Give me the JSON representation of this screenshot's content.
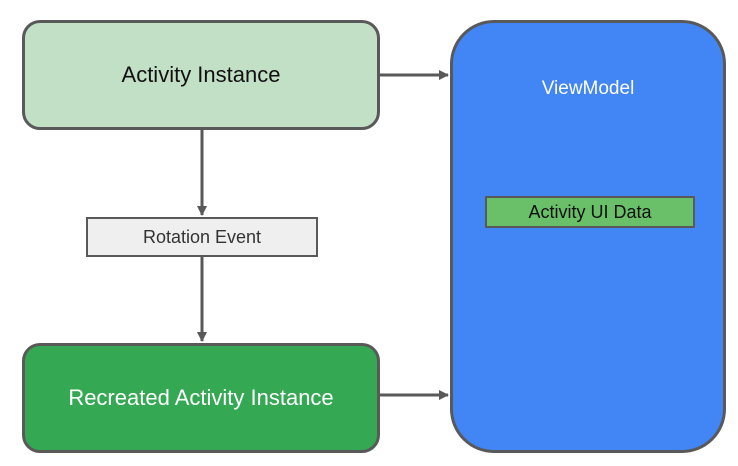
{
  "nodes": {
    "activity_instance": "Activity Instance",
    "rotation_event": "Rotation Event",
    "recreated_activity_instance": "Recreated Activity Instance",
    "viewmodel": "ViewModel",
    "activity_ui_data": "Activity UI Data"
  },
  "edges": [
    {
      "from": "activity_instance",
      "to": "rotation_event"
    },
    {
      "from": "rotation_event",
      "to": "recreated_activity_instance"
    },
    {
      "from": "activity_instance",
      "to": "viewmodel"
    },
    {
      "from": "recreated_activity_instance",
      "to": "viewmodel"
    }
  ],
  "colors": {
    "activity_instance": "#c2e0c6",
    "recreated_activity_instance": "#34a853",
    "rotation_event": "#efefef",
    "viewmodel": "#4285f4",
    "activity_ui_data": "#6abf69",
    "stroke": "#595959"
  }
}
